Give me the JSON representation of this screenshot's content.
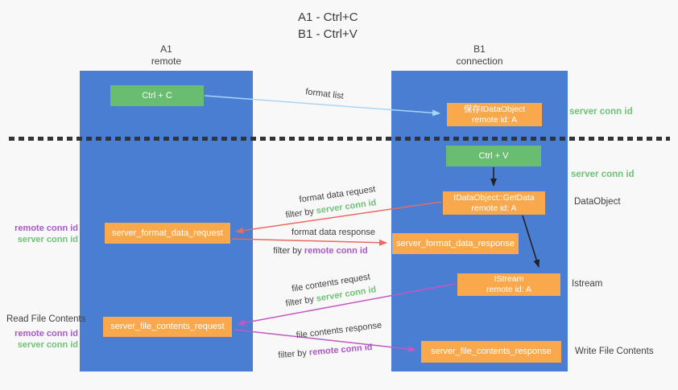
{
  "title": {
    "line1": "A1 - Ctrl+C",
    "line2": "B1 - Ctrl+V"
  },
  "columns": {
    "a": {
      "header_line1": "A1",
      "header_line2": "remote"
    },
    "b": {
      "header_line1": "B1",
      "header_line2": "connection"
    }
  },
  "nodes": {
    "ctrl_c": {
      "label": "Ctrl + C"
    },
    "save_idataobject": {
      "line1": "保存IDataObject",
      "line2": "remote id: A"
    },
    "ctrl_v": {
      "label": "Ctrl + V"
    },
    "getdata": {
      "line1": "IDataObject::GetData",
      "line2": "remote id: A"
    },
    "format_request": {
      "label": "server_format_data_request"
    },
    "format_response": {
      "label": "server_format_data_response"
    },
    "istream": {
      "line1": "IStream",
      "line2": "remote id: A"
    },
    "file_request": {
      "label": "server_file_contents_request"
    },
    "file_response": {
      "label": "server_file_contents_response"
    }
  },
  "side_labels": {
    "server_conn_id_top": "server conn id",
    "server_conn_id_mid": "server conn id",
    "dataobject": "DataObject",
    "istream": "Istream",
    "write_file_contents": "Write File Contents",
    "read_file_contents": "Read File Contents",
    "pair1": {
      "remote": "remote conn id",
      "server": "server conn id"
    },
    "pair2": {
      "remote": "remote conn id",
      "server": "server conn id"
    }
  },
  "flow_labels": {
    "format_list": "format list",
    "format_data_request": "format data request",
    "filter1_prefix": "filter by ",
    "filter1_id": "server conn id",
    "format_data_response": "format data response",
    "filter2_prefix": "filter by ",
    "filter2_id": "remote conn id",
    "file_contents_request": "file contents request",
    "filter3_prefix": "filter by ",
    "filter3_id": "server conn id",
    "file_contents_response": "file contents response",
    "filter4_prefix": "filter by ",
    "filter4_id": "remote conn id"
  },
  "colors": {
    "column_blue": "#4a7ed2",
    "node_green": "#69bd70",
    "node_orange": "#f9a94c",
    "green_text": "#6ec277",
    "purple_text": "#ab57c8",
    "red_arrow": "#e96a60",
    "magenta_arrow": "#c358c2",
    "lightblue_arrow": "#a9d5f4",
    "black_arrow": "#222222",
    "background": "#f8f8f8"
  }
}
